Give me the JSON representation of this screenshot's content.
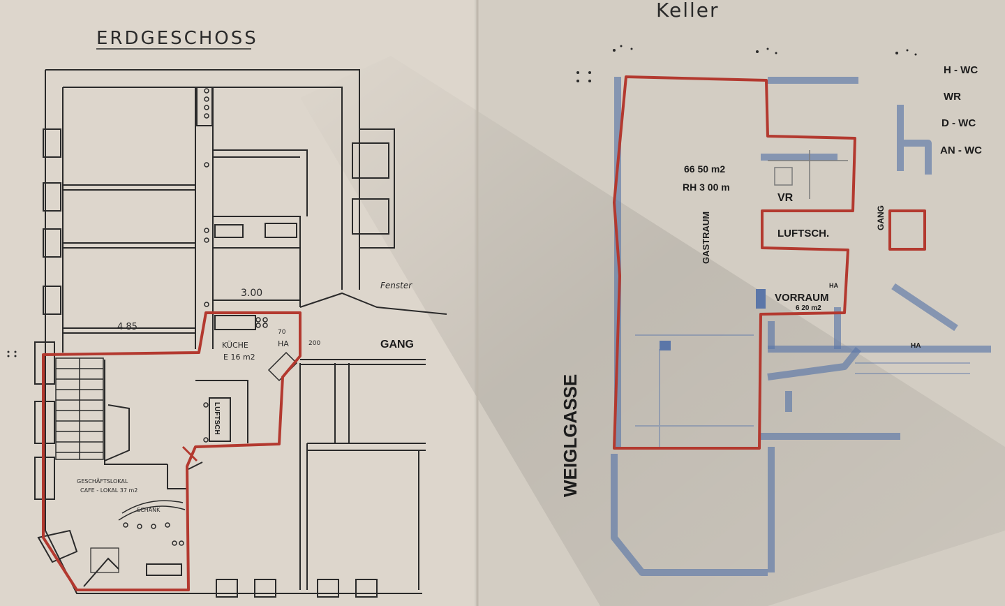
{
  "left_plan": {
    "title": "ERDGESCHOSS",
    "dimensions": {
      "width_a": "4 85",
      "width_b": "3.00"
    },
    "rooms": {
      "kitchen": "KÜCHE",
      "kitchen_area": "E 16 m2",
      "shaft": "LUFTSCH.",
      "shaft_short": "LUFTSCH",
      "ha": "HA",
      "corridor": "GANG",
      "shop": "GESCHÄFTSLOKAL",
      "cafe": "CAFE - LOKAL 37 m2",
      "counter": "SCHANK",
      "fenster": "Fenster",
      "door_a": "70",
      "door_b": "200"
    }
  },
  "right_plan": {
    "title": "Keller",
    "street": "WEIGLGASSE",
    "legend": [
      "H - WC",
      "WR",
      "D - WC",
      "AN - WC"
    ],
    "rooms": {
      "area": "66 50 m2",
      "height": "RH 3 00 m",
      "main": "GASTRAUM",
      "vr": "VR",
      "shaft": "LUFTSCH.",
      "corridor": "GANG",
      "vorraum": "VORRAUM",
      "vorraum_area": "6 20 m2",
      "ha": "HA",
      "ha2": "HA"
    }
  },
  "colors": {
    "paper": "#ddd6cc",
    "ink": "#2a2a2a",
    "outline": "#b3392f",
    "blueprint": "#5b76a8"
  }
}
